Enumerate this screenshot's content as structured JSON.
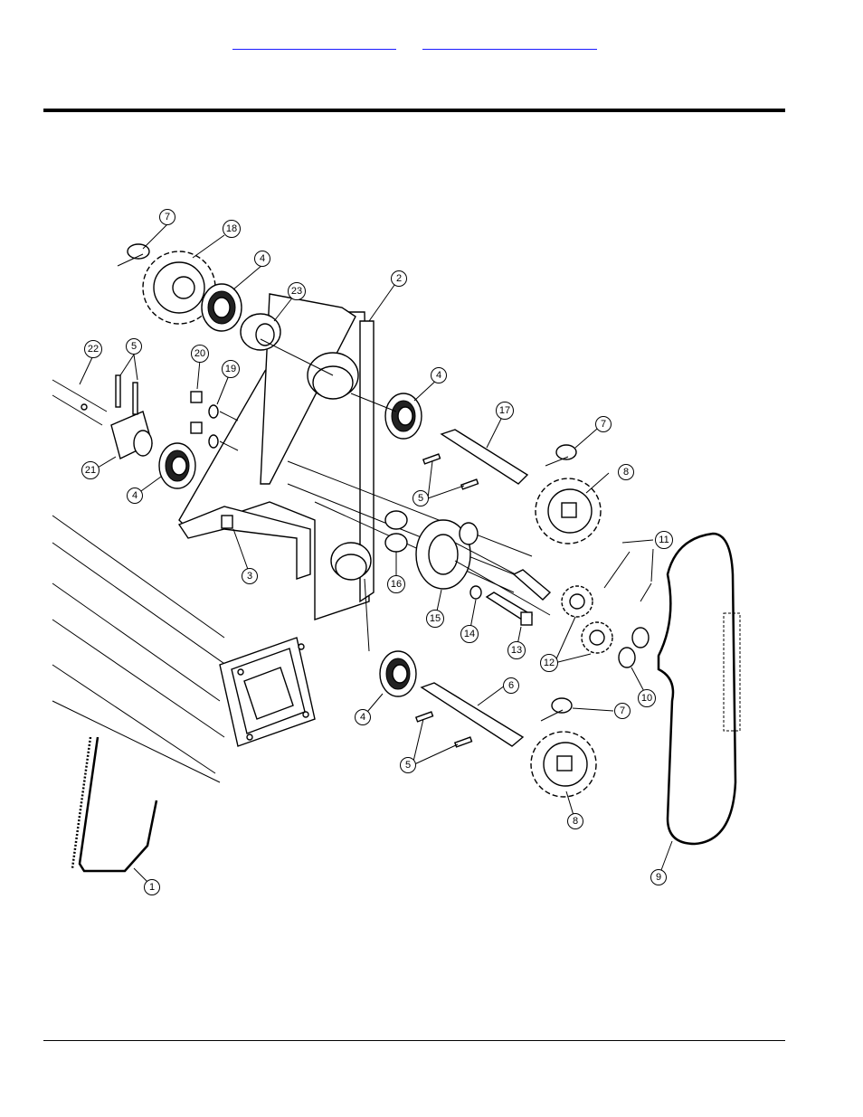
{
  "header": {
    "nav_link_1": "",
    "nav_link_2": ""
  },
  "diagram": {
    "callouts": [
      {
        "label": "7"
      },
      {
        "label": "18"
      },
      {
        "label": "4"
      },
      {
        "label": "23"
      },
      {
        "label": "2"
      },
      {
        "label": "22"
      },
      {
        "label": "5"
      },
      {
        "label": "20"
      },
      {
        "label": "19"
      },
      {
        "label": "4"
      },
      {
        "label": "17"
      },
      {
        "label": "7"
      },
      {
        "label": "21"
      },
      {
        "label": "8"
      },
      {
        "label": "4"
      },
      {
        "label": "5"
      },
      {
        "label": "11"
      },
      {
        "label": "3"
      },
      {
        "label": "16"
      },
      {
        "label": "15"
      },
      {
        "label": "14"
      },
      {
        "label": "13"
      },
      {
        "label": "12"
      },
      {
        "label": "10"
      },
      {
        "label": "6"
      },
      {
        "label": "7"
      },
      {
        "label": "4"
      },
      {
        "label": "5"
      },
      {
        "label": "8"
      },
      {
        "label": "9"
      },
      {
        "label": "1"
      }
    ]
  }
}
